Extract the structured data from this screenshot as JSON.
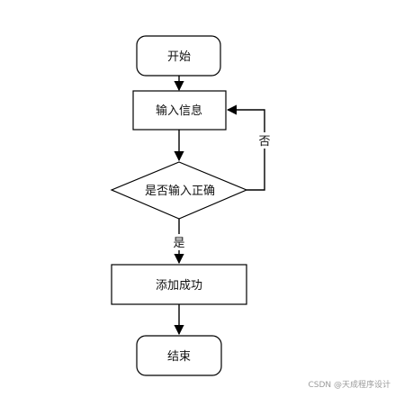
{
  "flowchart": {
    "nodes": {
      "start": "开始",
      "input": "输入信息",
      "decision": "是否输入正确",
      "add": "添加成功",
      "end": "结束"
    },
    "edge_labels": {
      "no": "否",
      "yes": "是"
    }
  },
  "watermark": "CSDN @天成程序设计"
}
